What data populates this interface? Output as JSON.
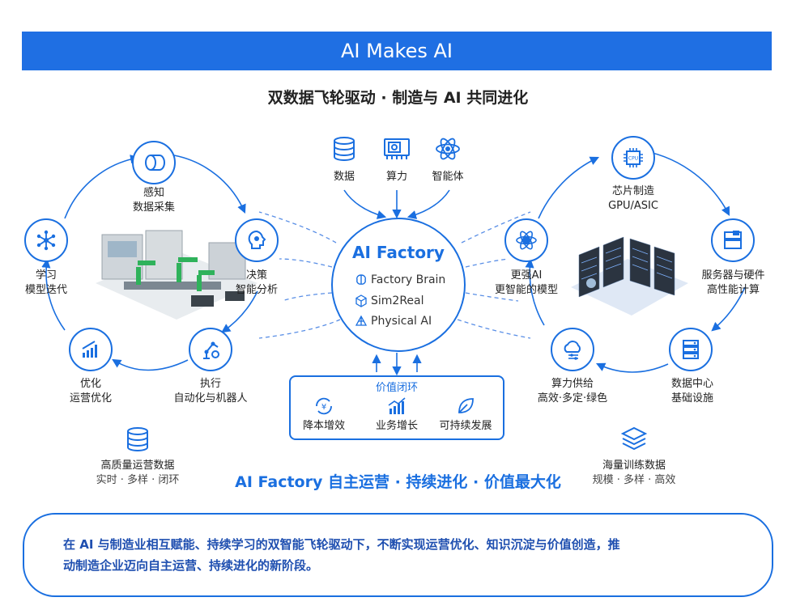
{
  "banner": {
    "title": "AI Makes AI"
  },
  "subtitle": "双数据飞轮驱动 · 制造与 AI 共同进化",
  "left_cycle": {
    "sense": {
      "l1": "感知",
      "l2": "数据采集"
    },
    "decide": {
      "l1": "决策",
      "l2": "智能分析"
    },
    "execute": {
      "l1": "执行",
      "l2": "自动化与机器人"
    },
    "optimize": {
      "l1": "优化",
      "l2": "运营优化"
    },
    "learn": {
      "l1": "学习",
      "l2": "模型迭代"
    }
  },
  "left_data": {
    "title": "高质量运营数据",
    "sub": "实时 · 多样 · 闭环"
  },
  "inputs": {
    "data": "数据",
    "compute": "算力",
    "agent": "智能体"
  },
  "factory": {
    "title": "AI Factory",
    "items": [
      "Factory Brain",
      "Sim2Real",
      "Physical AI"
    ]
  },
  "right_cycle": {
    "chip": {
      "l1": "芯片制造",
      "l2": "GPU/ASIC"
    },
    "server": {
      "l1": "服务器与硬件",
      "l2": "高性能计算"
    },
    "dc": {
      "l1": "数据中心",
      "l2": "基础设施"
    },
    "supply": {
      "l1": "算力供给",
      "l2": "高效·多定·绿色"
    },
    "ai": {
      "l1": "更强AI",
      "l2": "更智能的模型"
    },
    "chip_label": "CPU"
  },
  "right_data": {
    "title": "海量训练数据",
    "sub": "规模 · 多样 · 高效"
  },
  "value_loop": {
    "title": "价值闭环",
    "items": [
      "降本增效",
      "业务增长",
      "可持续发展"
    ],
    "yen": "¥"
  },
  "tagline": "AI Factory 自主运营 · 持续进化 · 价值最大化",
  "footer": {
    "line1": "在 AI 与制造业相互赋能、持续学习的双智能飞轮驱动下，不断实现运营优化、知识沉淀与价值创造，推",
    "line2": "动制造企业迈向自主运营、持续进化的新阶段。"
  },
  "colors": {
    "primary": "#1a6fe0",
    "banner": "#1f6fe3"
  }
}
